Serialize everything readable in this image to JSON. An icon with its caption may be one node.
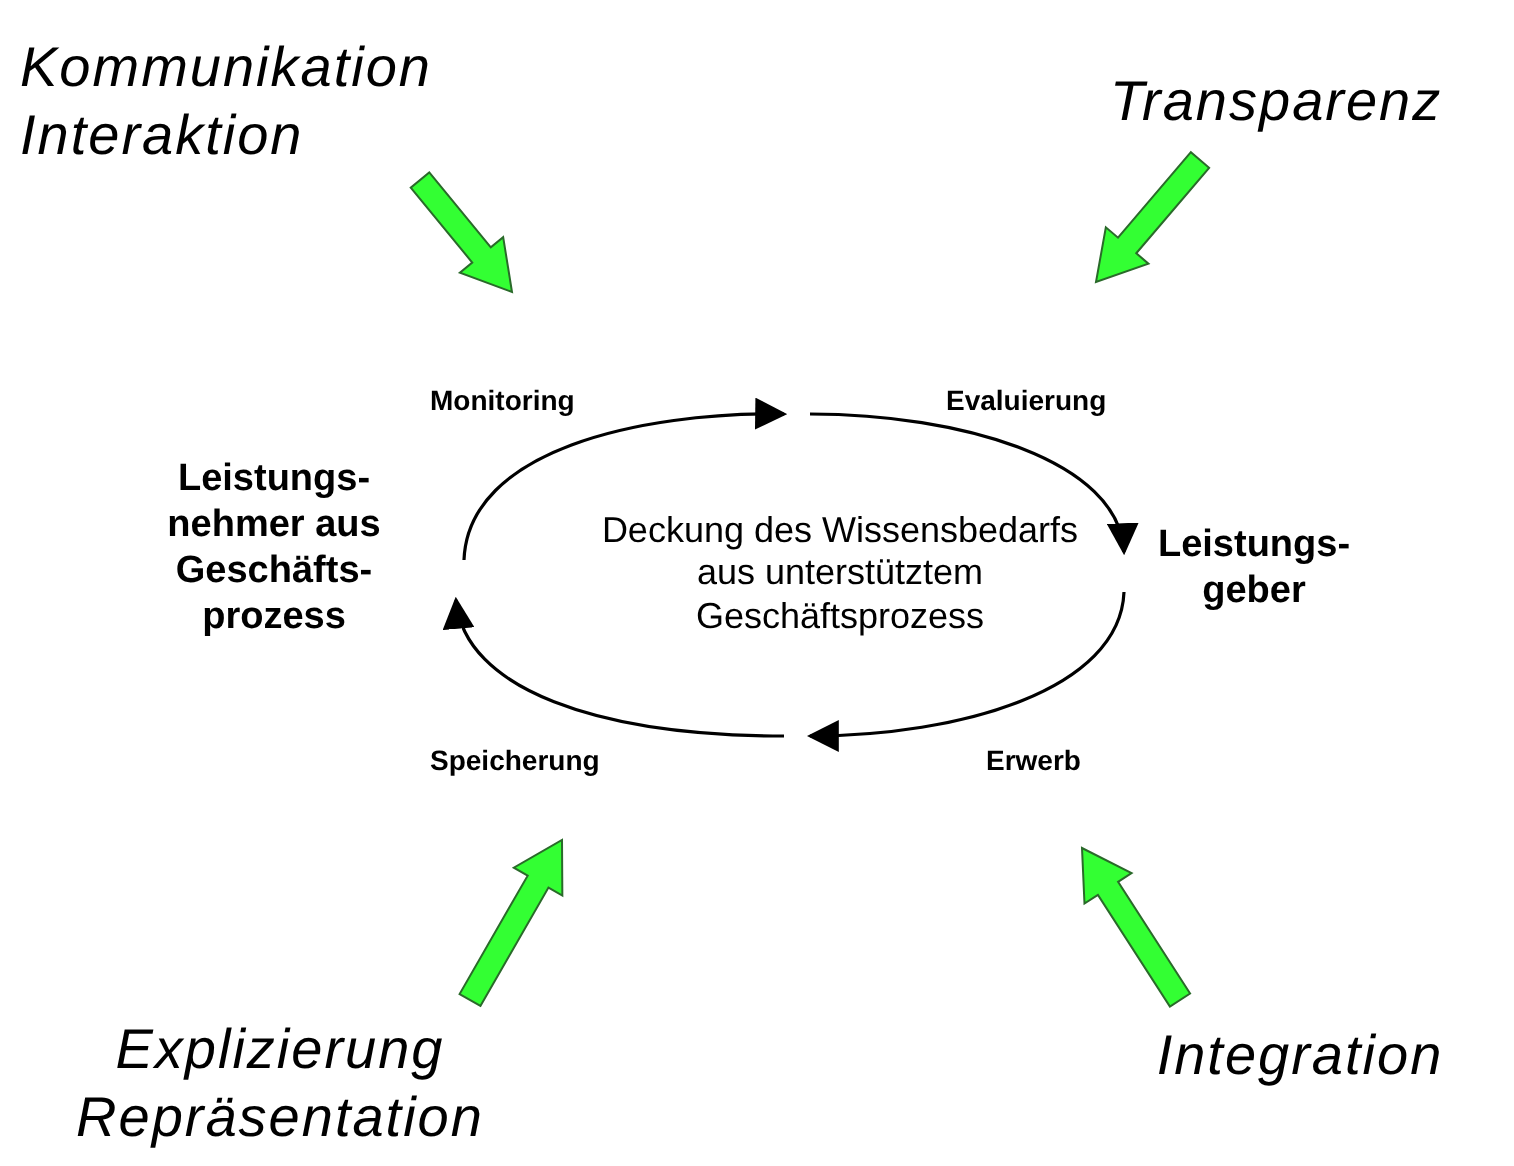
{
  "diagram": {
    "nodes": [
      {
        "text": [
          "Kommunikation Interaktion"
        ]
      },
      {
        "text": [
          "Transparenz"
        ]
      },
      {
        "text": [
          "Leistungs- nehmer aus Geschäfts- prozess"
        ]
      },
      {
        "text": [
          "Deckung des Wissensbedarfs aus unterstütztem Geschäftsprozess"
        ]
      },
      {
        "text": [
          "Leistungs- geber"
        ]
      },
      {
        "text": [
          "Explizierung Repräsentation"
        ]
      },
      {
        "text": [
          "Integration"
        ]
      }
    ],
    "edges": [
      {
        "from": 0,
        "to": null,
        "arrow": "to",
        "style": "thick",
        "color": "#33ff33"
      },
      {
        "from": 1,
        "to": null,
        "arrow": "to",
        "style": "thick",
        "color": "#33ff33"
      },
      {
        "from": 5,
        "to": null,
        "arrow": "to",
        "style": "thick",
        "color": "#33ff33"
      },
      {
        "from": 6,
        "to": null,
        "arrow": "to",
        "style": "thick",
        "color": "#33ff33"
      }
    ],
    "labels": [
      "Monitoring",
      "Evaluierung",
      "Speicherung",
      "Erwerb"
    ]
  }
}
